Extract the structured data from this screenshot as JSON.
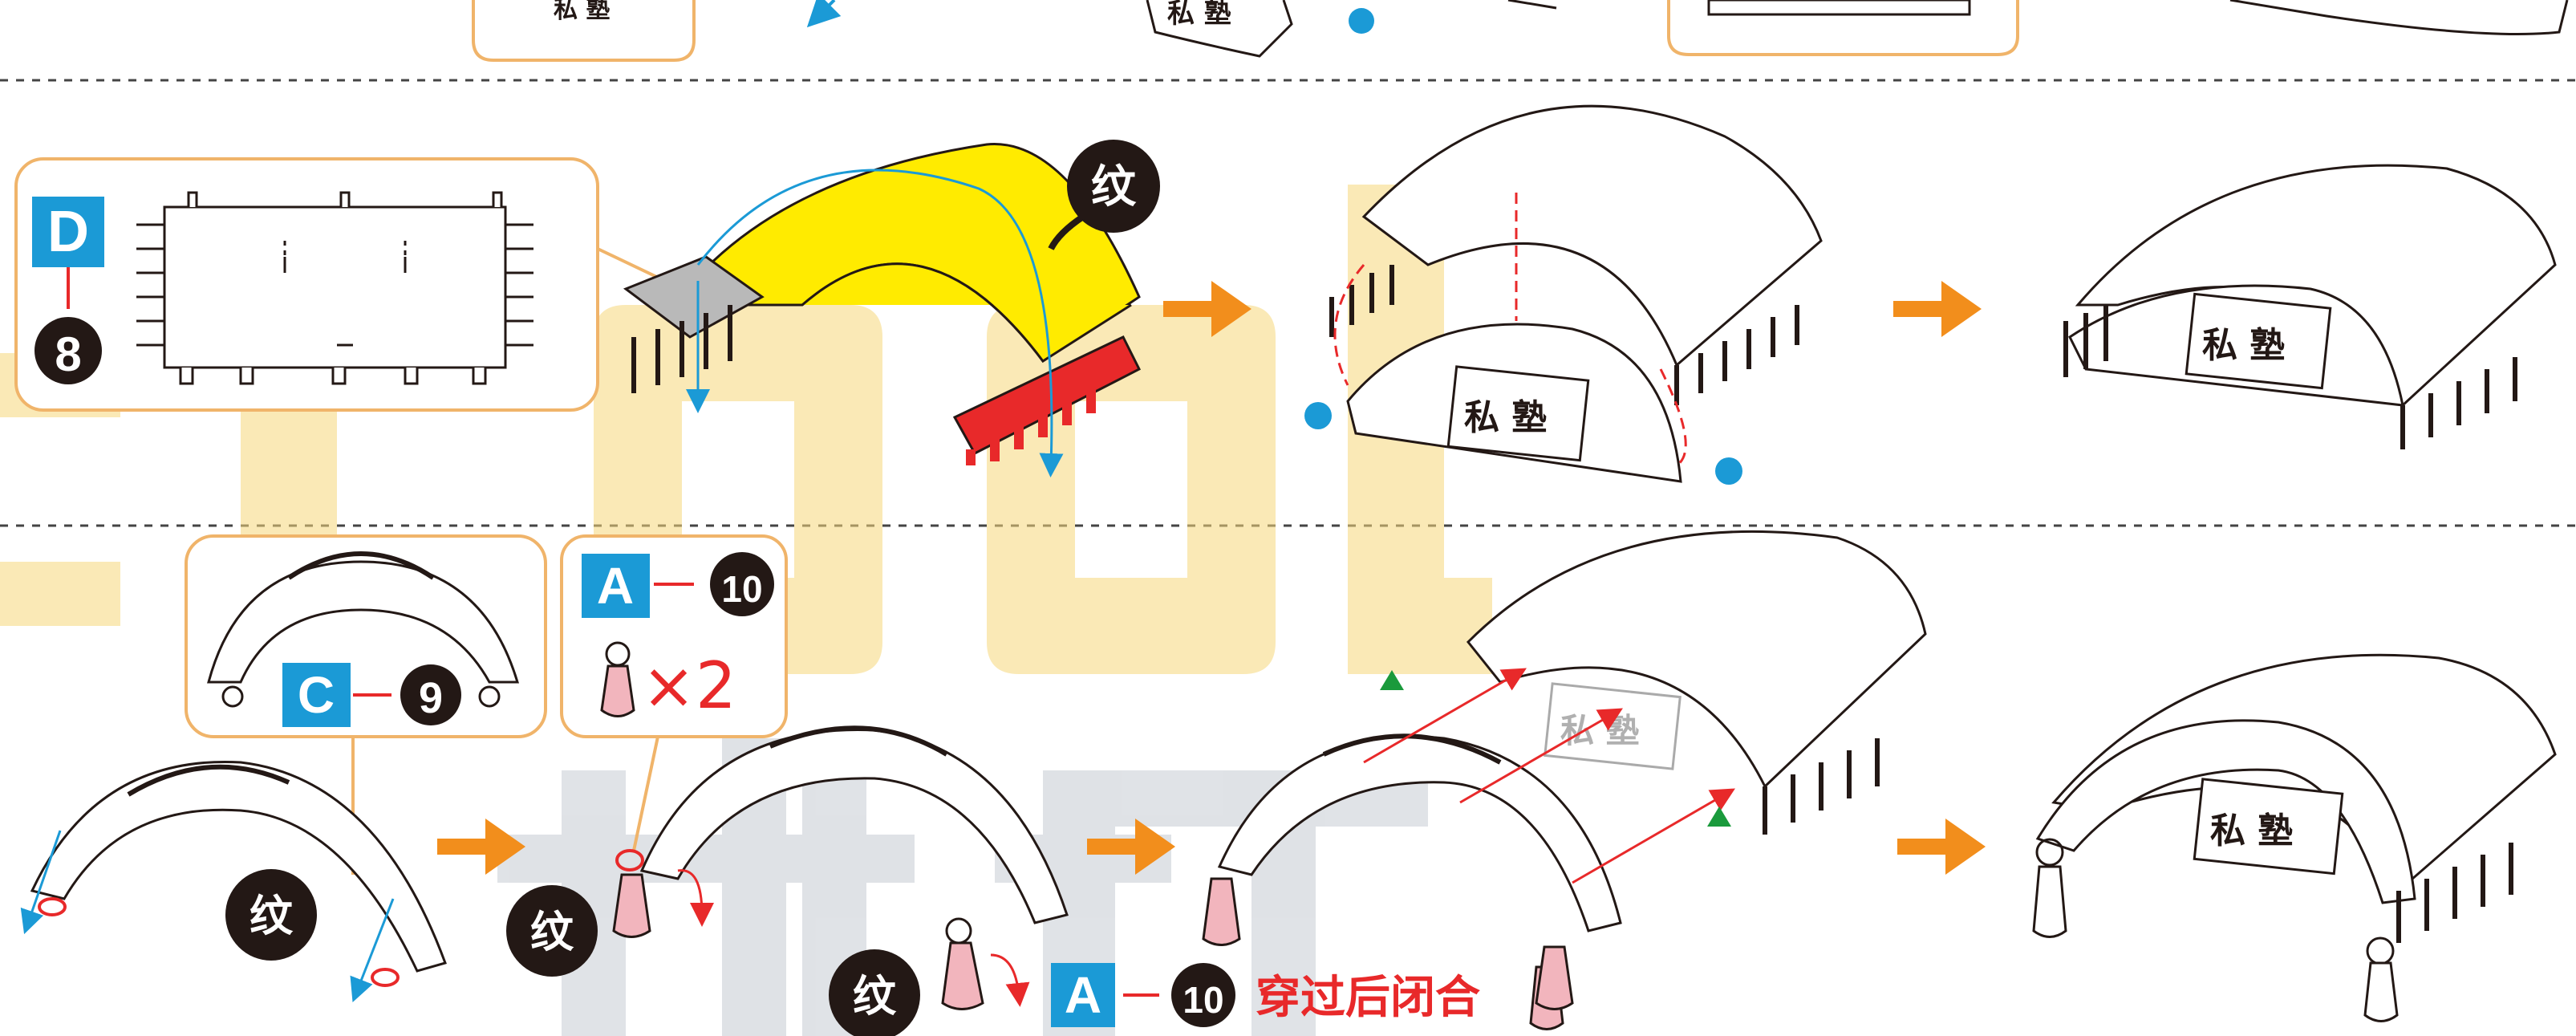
{
  "watermark": {
    "text": "ECOOL",
    "sub": "拼图"
  },
  "colors": {
    "orange": "#f28e1c",
    "blue": "#1b9ad6",
    "red": "#e8292a",
    "yellow": "#ffeb00",
    "black": "#231815",
    "panel_border": "#f0b46a",
    "watermark": "#f6d77a"
  },
  "signboard_text": "私 塾",
  "stamp_label": "纹",
  "row2": {
    "panel": {
      "letter": "D",
      "number": "8"
    },
    "stamp": "纹"
  },
  "row3": {
    "panel_c": {
      "letter": "C",
      "number": "9"
    },
    "panel_a": {
      "letter": "A",
      "number": "10",
      "multiplier": "×2"
    },
    "stamp_left": "纹",
    "stamp_middle": "纹",
    "stamp_bottom": "纹",
    "caption": {
      "letter": "A",
      "number": "10",
      "text": "穿过后闭合"
    }
  }
}
